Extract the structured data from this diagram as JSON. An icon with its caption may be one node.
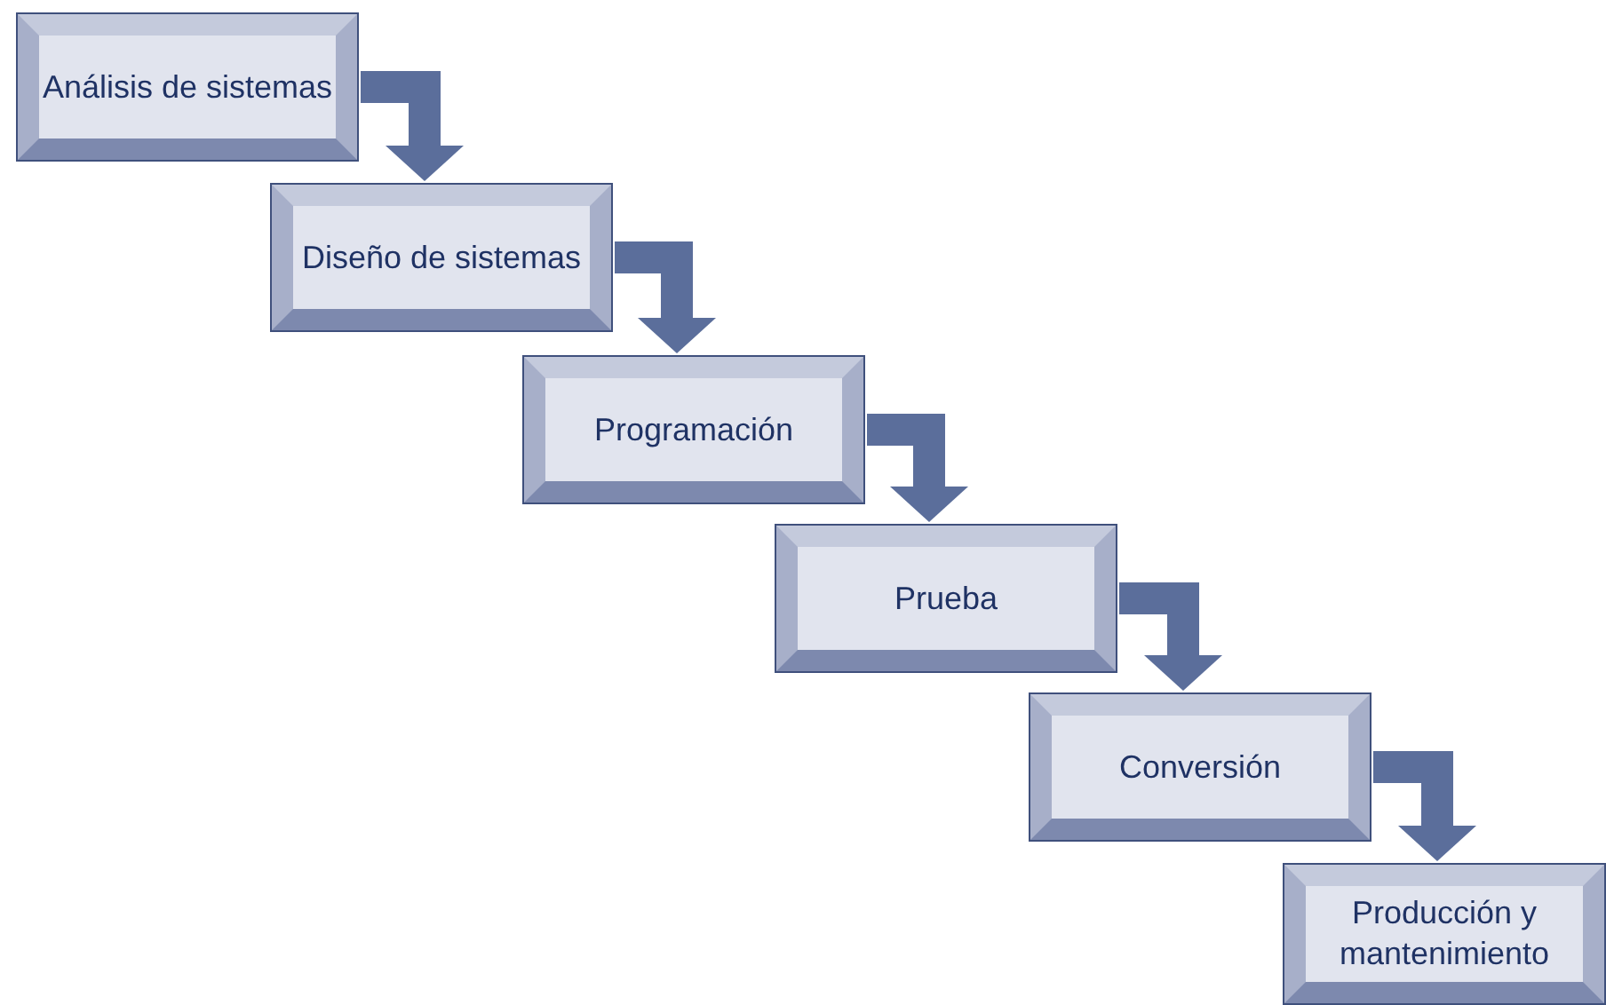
{
  "diagram": {
    "nodes": [
      {
        "text": [
          "Análisis de sistemas"
        ]
      },
      {
        "text": [
          "Diseño de sistemas"
        ]
      },
      {
        "text": [
          "Programación"
        ]
      },
      {
        "text": [
          "Prueba"
        ]
      },
      {
        "text": [
          "Conversión"
        ]
      },
      {
        "text": [
          "Producción y mantenimiento"
        ]
      }
    ],
    "edges": [
      {
        "from": 0,
        "to": 1,
        "arrow": "to"
      },
      {
        "from": 1,
        "to": 2,
        "arrow": "to"
      },
      {
        "from": 2,
        "to": 3,
        "arrow": "to"
      },
      {
        "from": 3,
        "to": 4,
        "arrow": "to"
      },
      {
        "from": 4,
        "to": 5,
        "arrow": "to"
      }
    ]
  }
}
